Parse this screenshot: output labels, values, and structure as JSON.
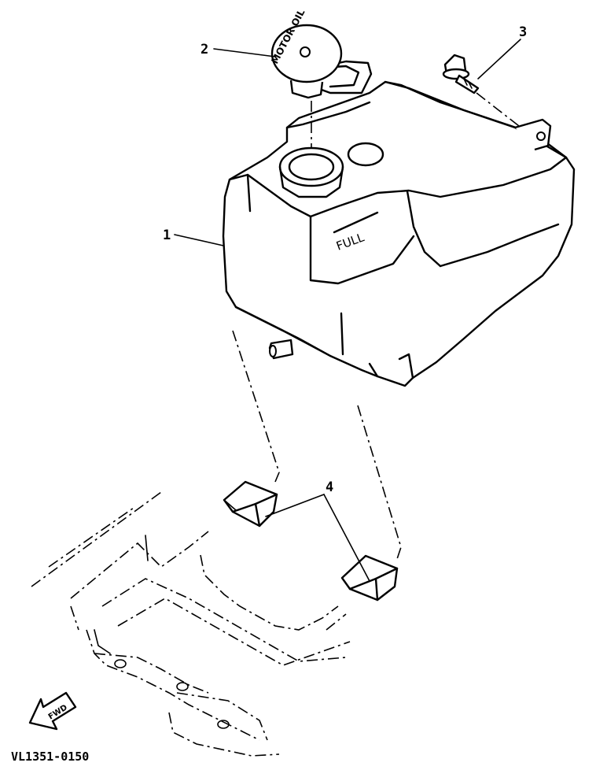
{
  "callouts": {
    "tank": "1",
    "cap": "2",
    "bolt": "3",
    "damper": "4"
  },
  "tank_stamp": "FULL",
  "cap_lettering": "MOTOR OIL",
  "fwd_arrow": "FWD",
  "part_code": "VL1351-0150"
}
